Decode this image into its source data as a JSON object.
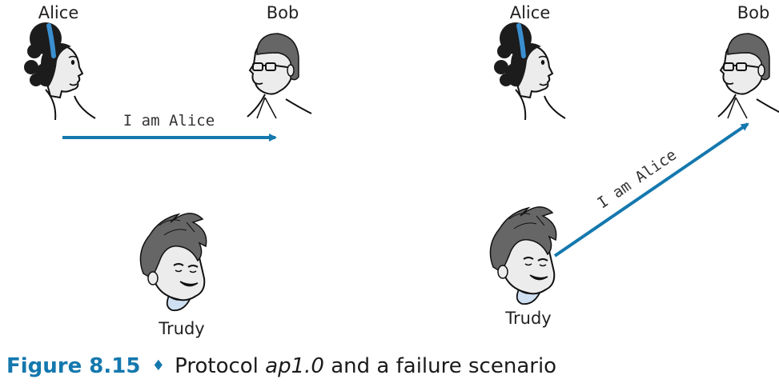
{
  "figure": {
    "label": "Figure 8.15",
    "separator": "♦",
    "caption_before": "Protocol ",
    "caption_emphasis": "ap1.0",
    "caption_after": " and a failure scenario"
  },
  "colors": {
    "arrow": "#1478ae",
    "hair_gray": "#666666",
    "skin": "#ececec",
    "outline": "#111111"
  },
  "left_scene": {
    "alice_name": "Alice",
    "bob_name": "Bob",
    "trudy_name": "Trudy",
    "message": "I am Alice"
  },
  "right_scene": {
    "alice_name": "Alice",
    "bob_name": "Bob",
    "trudy_name": "Trudy",
    "message": "I am Alice"
  }
}
